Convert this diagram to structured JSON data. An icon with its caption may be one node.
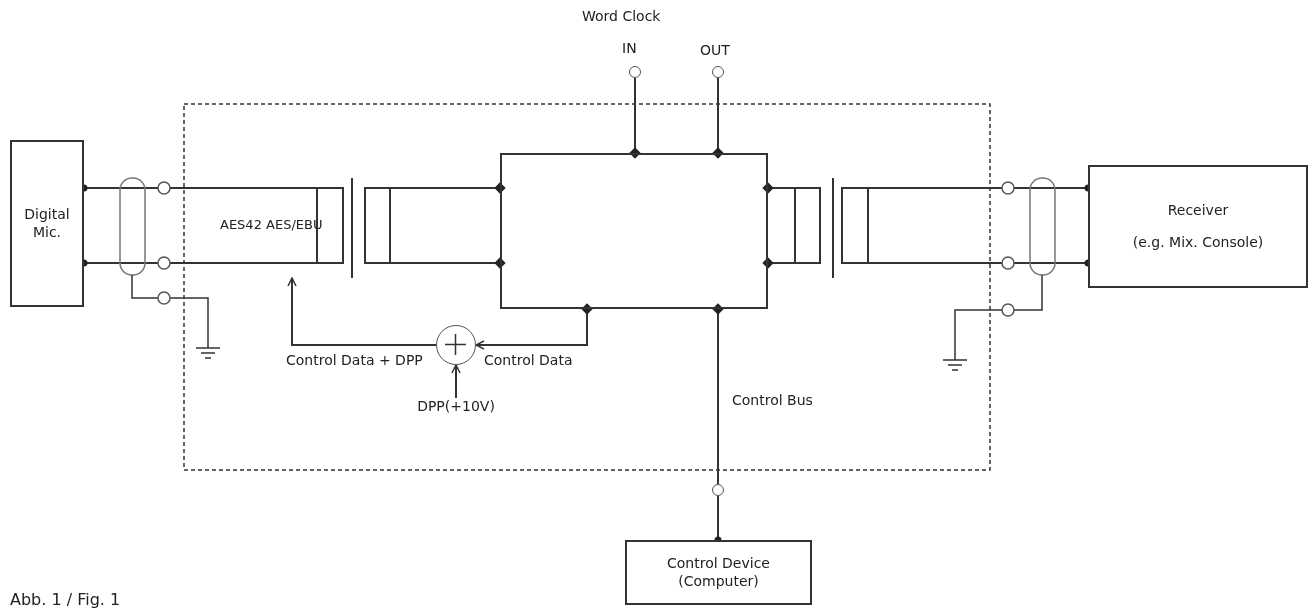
{
  "diagram": {
    "caption": "Abb. 1 / Fig. 1",
    "nodes": [
      {
        "text": [],
        "shape": "circle",
        "beside": [
          "IN"
        ]
      },
      {
        "text": [],
        "shape": "circle",
        "beside": [
          "OUT"
        ]
      },
      {
        "text": [
          "Digital Mic."
        ]
      },
      {
        "text": [
          "AES42 AES/EBU"
        ]
      },
      {
        "text": [],
        "shape": "box"
      },
      {
        "text": [],
        "shape": "box"
      },
      {
        "text": [
          "Receiver",
          "(e.g. Mix. Console)"
        ]
      },
      {
        "text": [],
        "shape": "circle"
      },
      {
        "text": [
          "DPP(+10V)"
        ]
      },
      {
        "text": [],
        "shape": "circle"
      },
      {
        "text": [
          "Control Device (Computer)"
        ]
      }
    ],
    "edges": [
      {
        "from": 2,
        "to": 3,
        "arrow": "none"
      },
      {
        "from": 2,
        "to": 3,
        "arrow": "none"
      },
      {
        "from": 3,
        "to": 4,
        "arrow": "none"
      },
      {
        "from": 3,
        "to": 4,
        "arrow": "none"
      },
      {
        "from": 4,
        "to": 5,
        "arrow": "none"
      },
      {
        "from": 4,
        "to": 5,
        "arrow": "none"
      },
      {
        "from": 5,
        "to": 6,
        "arrow": "none"
      },
      {
        "from": 5,
        "to": 6,
        "arrow": "none"
      },
      {
        "from": 0,
        "to": 4,
        "arrow": "none"
      },
      {
        "from": 1,
        "to": 4,
        "arrow": "none"
      },
      {
        "from": 4,
        "to": 7,
        "arrow": "to",
        "label": "Control Data"
      },
      {
        "from": 8,
        "to": 7,
        "arrow": "to"
      },
      {
        "from": 7,
        "to": 3,
        "arrow": "to",
        "label": "Control Data + DPP"
      },
      {
        "from": 4,
        "to": 9,
        "arrow": "none",
        "label": "Control Bus"
      },
      {
        "from": 9,
        "to": 10,
        "arrow": "none"
      }
    ],
    "labels": [
      "Word Clock"
    ]
  }
}
